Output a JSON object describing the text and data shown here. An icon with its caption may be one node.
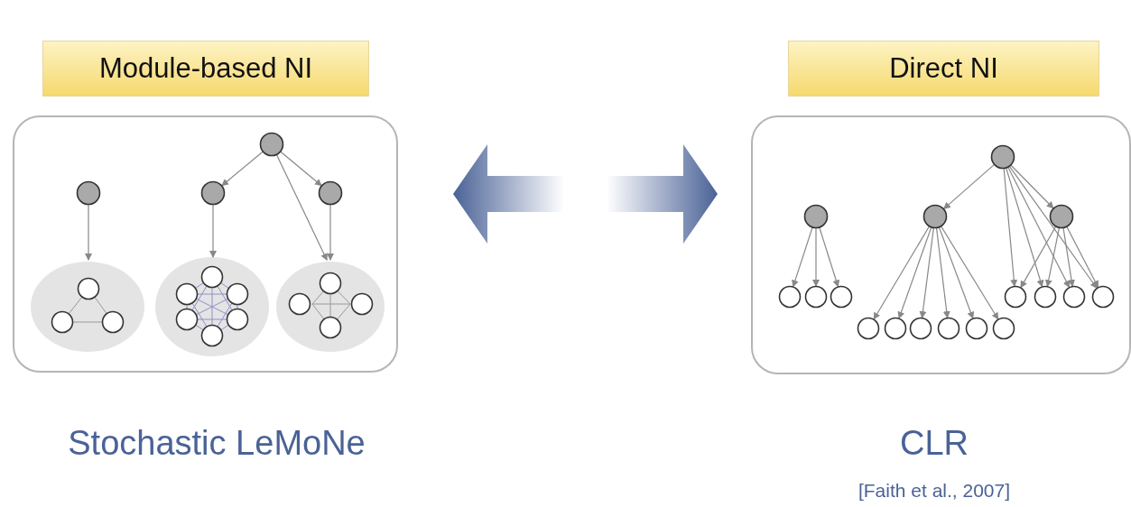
{
  "diagram": {
    "nodes": [
      {
        "text": [
          "Module-based NI"
        ]
      },
      {
        "text": [],
        "shape": "box"
      },
      {
        "text": [
          "Direct NI"
        ]
      },
      {
        "text": [],
        "shape": "box"
      }
    ],
    "edges": [
      {
        "from": 1,
        "to": 3,
        "arrow": "both",
        "style": "thick"
      }
    ],
    "labels": [
      "Stochastic LeMoNe",
      "CLR",
      "[Faith et al., 2007]"
    ]
  }
}
